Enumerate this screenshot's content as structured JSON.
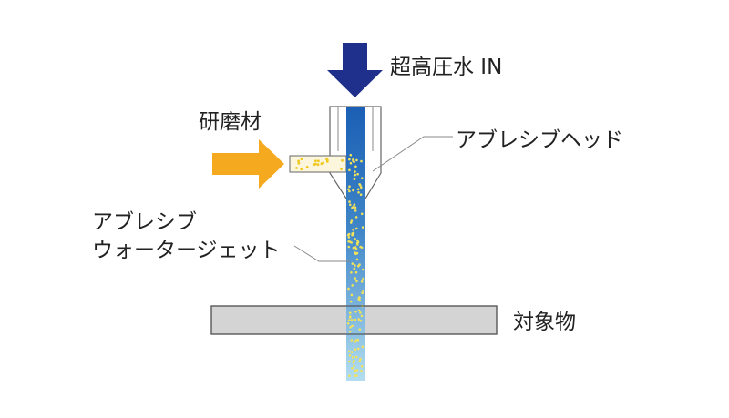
{
  "labels": {
    "water_in": "超高圧水 IN",
    "abrasive": "研磨材",
    "abrasive_head": "アブレシブヘッド",
    "abrasive_line1": "アブレシブ",
    "abrasive_line2": "ウォータージェット",
    "target": "対象物"
  },
  "colors": {
    "arrow_navy": "#1e2f8c",
    "abrasive_arrow": "#f5a91e",
    "jet_top": "#1a5fb4",
    "jet_bottom": "#a9d8ee",
    "particle": "#f2e25a",
    "target_fill": "#d4d4d4",
    "outline": "#666666"
  }
}
